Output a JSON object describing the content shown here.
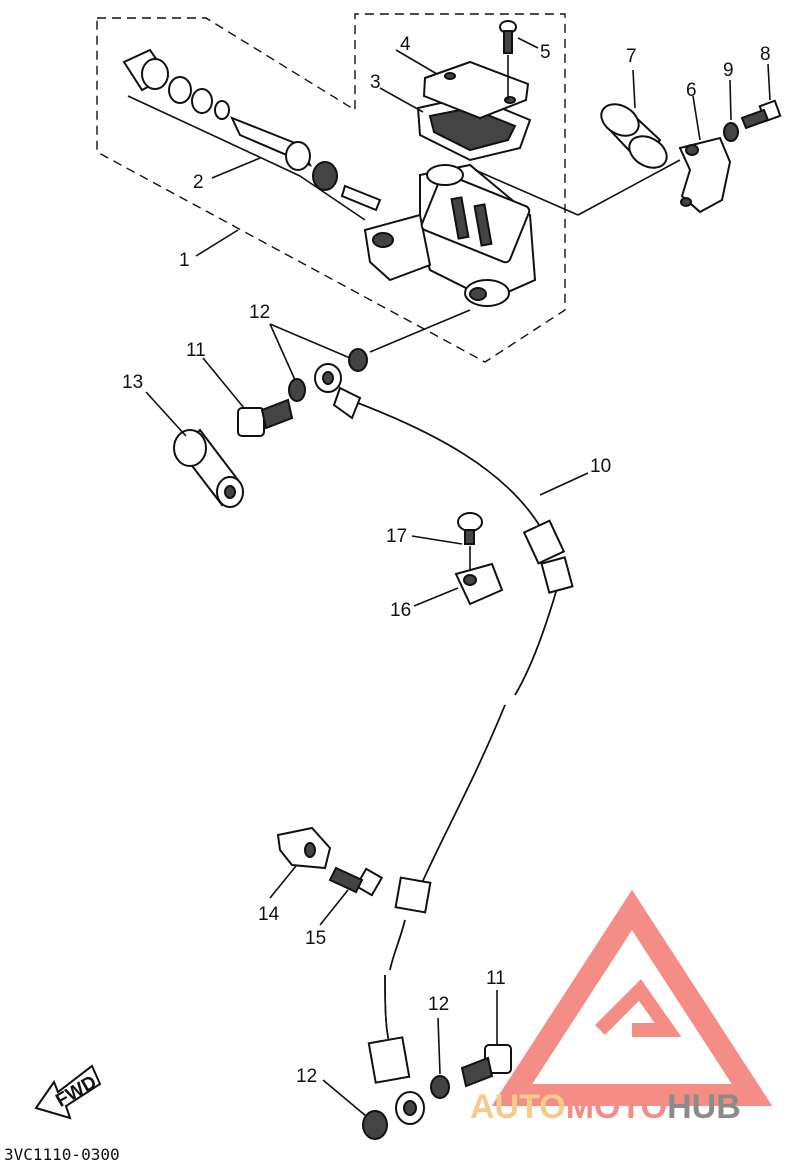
{
  "diagram_code": "3VC1110-0300",
  "fwd_label": "FWD",
  "brand": {
    "wordmark_left": "AUTO",
    "wordmark_mid": "MOTO",
    "wordmark_right": "HUB",
    "color_primary": "#f27a72",
    "color_accent": "#f2c47a",
    "color_dark": "#777777"
  },
  "callouts": [
    {
      "id": "1",
      "text": "1"
    },
    {
      "id": "2",
      "text": "2"
    },
    {
      "id": "3",
      "text": "3"
    },
    {
      "id": "4",
      "text": "4"
    },
    {
      "id": "5",
      "text": "5"
    },
    {
      "id": "6",
      "text": "6"
    },
    {
      "id": "7",
      "text": "7"
    },
    {
      "id": "8",
      "text": "8"
    },
    {
      "id": "9",
      "text": "9"
    },
    {
      "id": "10",
      "text": "10"
    },
    {
      "id": "11a",
      "text": "11"
    },
    {
      "id": "11b",
      "text": "11"
    },
    {
      "id": "12a",
      "text": "12"
    },
    {
      "id": "12b",
      "text": "12"
    },
    {
      "id": "12c",
      "text": "12"
    },
    {
      "id": "13",
      "text": "13"
    },
    {
      "id": "14",
      "text": "14"
    },
    {
      "id": "15",
      "text": "15"
    },
    {
      "id": "16",
      "text": "16"
    },
    {
      "id": "17",
      "text": "17"
    }
  ]
}
